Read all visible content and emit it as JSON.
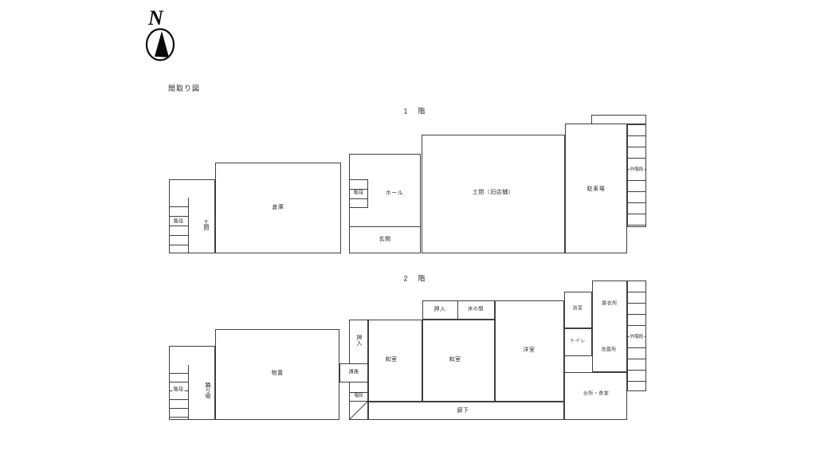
{
  "title": "間取り図",
  "north": {
    "label": "N"
  },
  "floor1": {
    "label": "1　階",
    "rooms": {
      "stairs_left": "階段",
      "doma": "土間",
      "warehouse": "倉庫",
      "stairs_hall": "階段",
      "hall": "ホール",
      "entrance": "玄関",
      "doma_store": "土間（旧店舗）",
      "parking": "駐車場",
      "outside_stairs": "外階段"
    }
  },
  "floor2": {
    "label": "2　階",
    "rooms": {
      "stairs_left": "階段",
      "landing": "踊り場",
      "storage": "物置",
      "closet_vertical": "押入",
      "passage": "通路",
      "stairs_mid": "階段",
      "closet": "押入",
      "tokonoma": "床の間",
      "washitsu_1": "和室",
      "washitsu_2": "和室",
      "western_room": "洋室",
      "bathroom": "浴室",
      "toilet": "トイレ",
      "dressing_room": "脱衣所",
      "washroom": "洗面所",
      "kitchen_dining": "台所・食堂",
      "corridor": "廊下",
      "outside_stairs": "外階段"
    }
  }
}
